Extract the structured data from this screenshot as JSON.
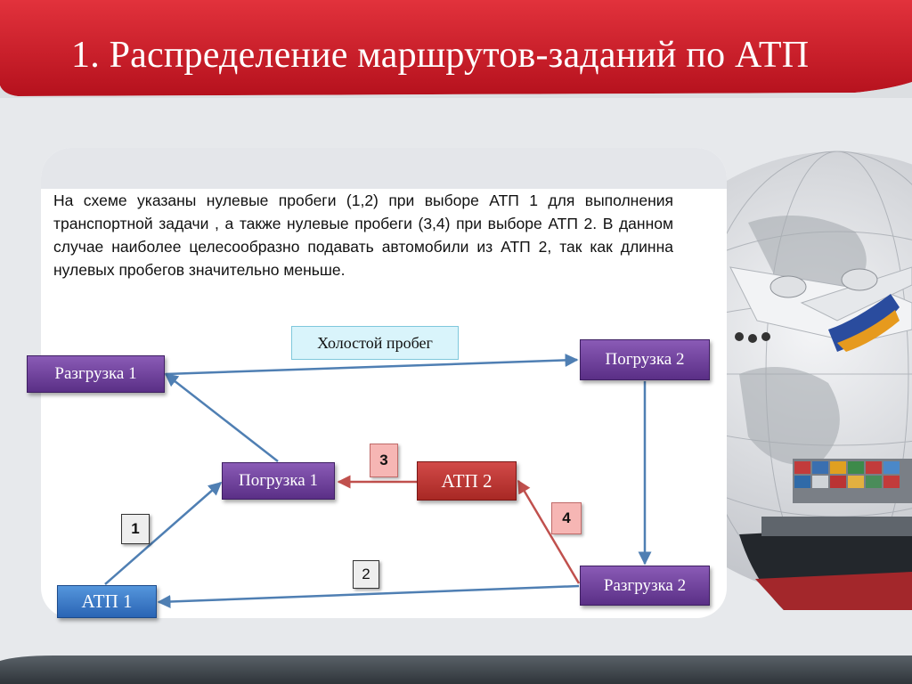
{
  "slide": {
    "title": "1. Распределение маршрутов-заданий по АТП",
    "paragraph": "На схеме указаны нулевые пробеги  (1,2) при выборе АТП 1 для выполнения транспортной задачи , а также  нулевые пробеги (3,4) при выборе АТП 2. В данном случае наиболее целесообразно подавать автомобили из АТП 2, так как длинна нулевых пробегов значительно меньше."
  },
  "diagram": {
    "idle_run_label": "Холостой пробег",
    "nodes": {
      "unload1": "Разгрузка 1",
      "load2": "Погрузка 2",
      "load1": "Погрузка 1",
      "atp2": "АТП 2",
      "atp1": "АТП 1",
      "unload2": "Разгрузка 2"
    },
    "edge_labels": {
      "e1": "1",
      "e2": "2",
      "e3": "3",
      "e4": "4"
    },
    "colors": {
      "route": "#4f7fb3",
      "null_run_atp2": "#c0504d",
      "header": "#d31f2c"
    }
  }
}
